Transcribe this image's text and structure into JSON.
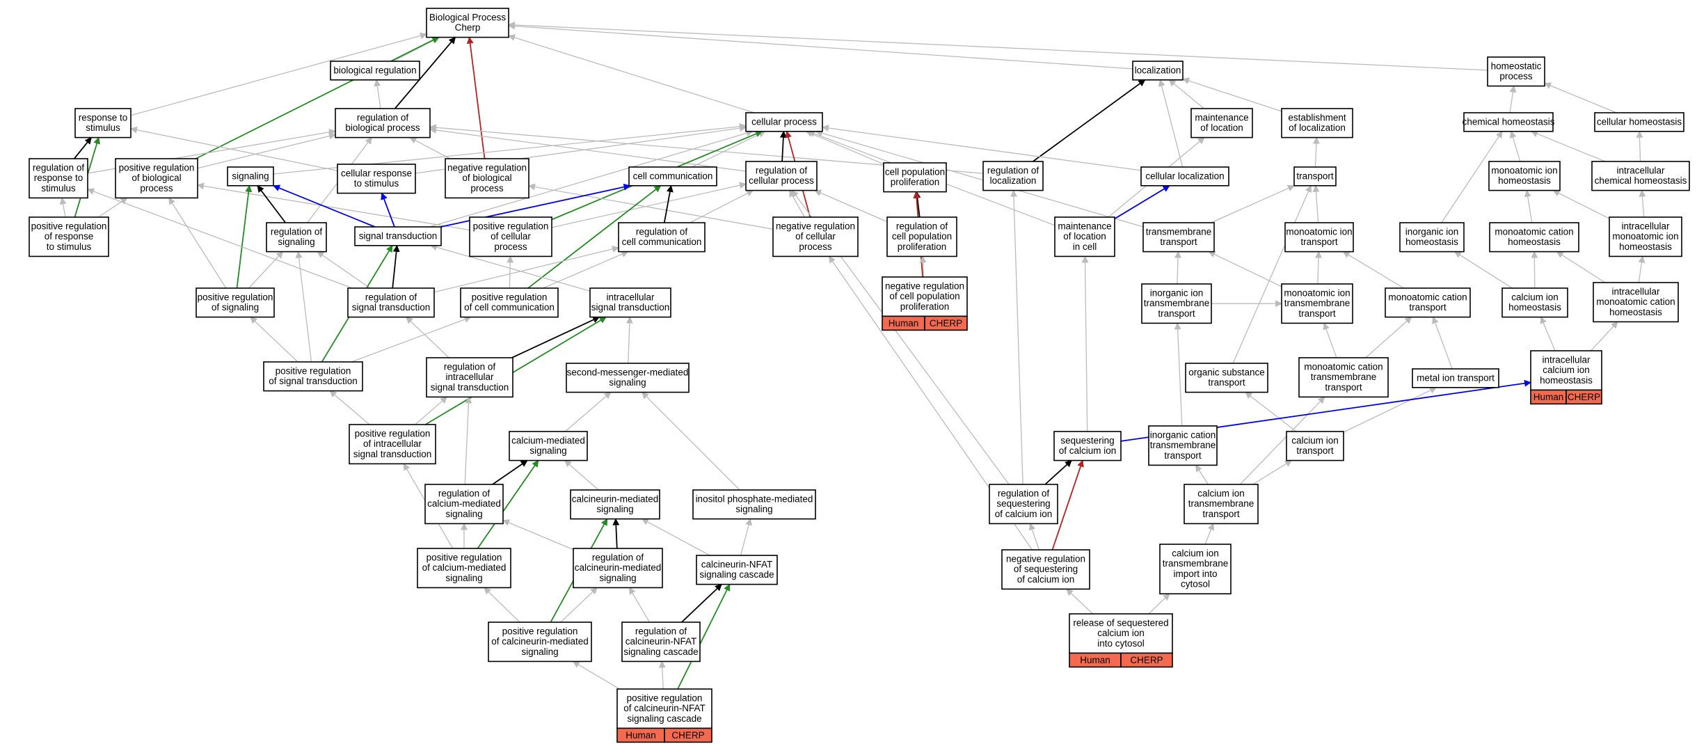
{
  "colors": {
    "is_a": "#BBBBBB",
    "part_of": "#000000",
    "positively_regulates": "#228B22",
    "negatively_regulates": "#B22222",
    "regulates": "#0000EE",
    "annotation_tag": "#F46A4E"
  },
  "nodes": [
    {
      "id": "bp",
      "lines": [
        "Biological Process",
        "Cherp"
      ]
    },
    {
      "id": "bioreg",
      "lines": [
        "biological regulation"
      ]
    },
    {
      "id": "loc",
      "lines": [
        "localization"
      ]
    },
    {
      "id": "homeo",
      "lines": [
        "homeostatic",
        "process"
      ]
    },
    {
      "id": "resp",
      "lines": [
        "response to",
        "stimulus"
      ]
    },
    {
      "id": "regbp",
      "lines": [
        "regulation of",
        "biological process"
      ]
    },
    {
      "id": "cellproc",
      "lines": [
        "cellular process"
      ]
    },
    {
      "id": "maintloc",
      "lines": [
        "maintenance",
        "of location"
      ]
    },
    {
      "id": "estloc",
      "lines": [
        "establishment",
        "of localization"
      ]
    },
    {
      "id": "chemhomeo",
      "lines": [
        "chemical homeostasis"
      ]
    },
    {
      "id": "cellhomeo",
      "lines": [
        "cellular homeostasis"
      ]
    },
    {
      "id": "regresp",
      "lines": [
        "regulation of",
        "response to",
        "stimulus"
      ]
    },
    {
      "id": "posregbp",
      "lines": [
        "positive regulation",
        "of biological",
        "process"
      ]
    },
    {
      "id": "signaling",
      "lines": [
        "signaling"
      ]
    },
    {
      "id": "cellresp",
      "lines": [
        "cellular response",
        "to stimulus"
      ]
    },
    {
      "id": "negregbp",
      "lines": [
        "negative regulation",
        "of biological",
        "process"
      ]
    },
    {
      "id": "cellcomm",
      "lines": [
        "cell communication"
      ]
    },
    {
      "id": "regcellproc",
      "lines": [
        "regulation of",
        "cellular process"
      ]
    },
    {
      "id": "cellpopprol",
      "lines": [
        "cell population",
        "proliferation"
      ]
    },
    {
      "id": "regloc",
      "lines": [
        "regulation of",
        "localization"
      ]
    },
    {
      "id": "cellloc",
      "lines": [
        "cellular localization"
      ]
    },
    {
      "id": "transport",
      "lines": [
        "transport"
      ]
    },
    {
      "id": "ionhomeo",
      "lines": [
        "monoatomic ion",
        "homeostasis"
      ]
    },
    {
      "id": "intrachemhomeo",
      "lines": [
        "intracellular",
        "chemical homeostasis"
      ]
    },
    {
      "id": "posregresp",
      "lines": [
        "positive regulation",
        "of response",
        "to stimulus"
      ]
    },
    {
      "id": "regsig",
      "lines": [
        "regulation of",
        "signaling"
      ]
    },
    {
      "id": "sigtrans",
      "lines": [
        "signal transduction"
      ]
    },
    {
      "id": "posregcellproc",
      "lines": [
        "positive regulation",
        "of cellular",
        "process"
      ]
    },
    {
      "id": "regcellcomm",
      "lines": [
        "regulation of",
        "cell communication"
      ]
    },
    {
      "id": "negregcellproc",
      "lines": [
        "negative regulation",
        "of cellular",
        "process"
      ]
    },
    {
      "id": "regcellpop",
      "lines": [
        "regulation of",
        "cell population",
        "proliferation"
      ]
    },
    {
      "id": "maintlocincell",
      "lines": [
        "maintenance",
        "of location",
        "in cell"
      ]
    },
    {
      "id": "tmtransport",
      "lines": [
        "transmembrane",
        "transport"
      ]
    },
    {
      "id": "iontransport",
      "lines": [
        "monoatomic ion",
        "transport"
      ]
    },
    {
      "id": "inorgionhomeo",
      "lines": [
        "inorganic ion",
        "homeostasis"
      ]
    },
    {
      "id": "cationhomeo",
      "lines": [
        "monoatomic cation",
        "homeostasis"
      ]
    },
    {
      "id": "intraionhomeo",
      "lines": [
        "intracellular",
        "monoatomic ion",
        "homeostasis"
      ]
    },
    {
      "id": "posregsig",
      "lines": [
        "positive regulation",
        "of signaling"
      ]
    },
    {
      "id": "regsigtrans",
      "lines": [
        "regulation of",
        "signal transduction"
      ]
    },
    {
      "id": "posregcellcomm",
      "lines": [
        "positive regulation",
        "of cell communication"
      ]
    },
    {
      "id": "intrasig",
      "lines": [
        "intracellular",
        "signal transduction"
      ]
    },
    {
      "id": "negregcellpop",
      "lines": [
        "negative regulation",
        "of cell population",
        "proliferation"
      ],
      "tags": [
        "Human",
        "CHERP"
      ]
    },
    {
      "id": "inorgiontmt",
      "lines": [
        "inorganic ion",
        "transmembrane",
        "transport"
      ]
    },
    {
      "id": "iontmt",
      "lines": [
        "monoatomic ion",
        "transmembrane",
        "transport"
      ]
    },
    {
      "id": "cationtransport",
      "lines": [
        "monoatomic cation",
        "transport"
      ]
    },
    {
      "id": "caionhomeo",
      "lines": [
        "calcium ion",
        "homeostasis"
      ]
    },
    {
      "id": "intracationhomeo",
      "lines": [
        "intracellular",
        "monoatomic cation",
        "homeostasis"
      ]
    },
    {
      "id": "posregsigtrans",
      "lines": [
        "positive regulation",
        "of signal transduction"
      ]
    },
    {
      "id": "regintrasig",
      "lines": [
        "regulation of",
        "intracellular",
        "signal transduction"
      ]
    },
    {
      "id": "secmsg",
      "lines": [
        "second-messenger-mediated",
        "signaling"
      ]
    },
    {
      "id": "orgsubtransport",
      "lines": [
        "organic substance",
        "transport"
      ]
    },
    {
      "id": "cationtmt",
      "lines": [
        "monoatomic cation",
        "transmembrane",
        "transport"
      ]
    },
    {
      "id": "metaliontransport",
      "lines": [
        "metal ion transport"
      ]
    },
    {
      "id": "intracahomeo",
      "lines": [
        "intracellular",
        "calcium ion",
        "homeostasis"
      ],
      "tags": [
        "Human",
        "CHERP"
      ]
    },
    {
      "id": "posregintrasig",
      "lines": [
        "positive regulation",
        "of intracellular",
        "signal transduction"
      ]
    },
    {
      "id": "casig",
      "lines": [
        "calcium-mediated",
        "signaling"
      ]
    },
    {
      "id": "seqca",
      "lines": [
        "sequestering",
        "of calcium ion"
      ]
    },
    {
      "id": "inorgcationtmt",
      "lines": [
        "inorganic cation",
        "transmembrane",
        "transport"
      ]
    },
    {
      "id": "caiontransport",
      "lines": [
        "calcium ion",
        "transport"
      ]
    },
    {
      "id": "regcasig",
      "lines": [
        "regulation of",
        "calcium-mediated",
        "signaling"
      ]
    },
    {
      "id": "calcineurinsig",
      "lines": [
        "calcineurin-mediated",
        "signaling"
      ]
    },
    {
      "id": "ip3sig",
      "lines": [
        "inositol phosphate-mediated",
        "signaling"
      ]
    },
    {
      "id": "regseqca",
      "lines": [
        "regulation of",
        "sequestering",
        "of calcium ion"
      ]
    },
    {
      "id": "caiontmt",
      "lines": [
        "calcium ion",
        "transmembrane",
        "transport"
      ]
    },
    {
      "id": "posregcasig",
      "lines": [
        "positive regulation",
        "of calcium-mediated",
        "signaling"
      ]
    },
    {
      "id": "regcalcineurinsig",
      "lines": [
        "regulation of",
        "calcineurin-mediated",
        "signaling"
      ]
    },
    {
      "id": "nfat",
      "lines": [
        "calcineurin-NFAT",
        "signaling cascade"
      ]
    },
    {
      "id": "negregseqca",
      "lines": [
        "negative regulation",
        "of sequestering",
        "of calcium ion"
      ]
    },
    {
      "id": "caimport",
      "lines": [
        "calcium ion",
        "transmembrane",
        "import into",
        "cytosol"
      ]
    },
    {
      "id": "posregcalcineurinsig",
      "lines": [
        "positive regulation",
        "of calcineurin-mediated",
        "signaling"
      ]
    },
    {
      "id": "regnfat",
      "lines": [
        "regulation of",
        "calcineurin-NFAT",
        "signaling cascade"
      ]
    },
    {
      "id": "releaseca",
      "lines": [
        "release of sequestered",
        "calcium ion",
        "into cytosol"
      ],
      "tags": [
        "Human",
        "CHERP"
      ]
    },
    {
      "id": "posregnfat",
      "lines": [
        "positive regulation",
        "of calcineurin-NFAT",
        "signaling cascade"
      ],
      "tags": [
        "Human",
        "CHERP"
      ]
    }
  ],
  "edges": [
    [
      "bioreg",
      "bp",
      "is_a"
    ],
    [
      "loc",
      "bp",
      "is_a"
    ],
    [
      "homeo",
      "bp",
      "is_a"
    ],
    [
      "resp",
      "bp",
      "is_a"
    ],
    [
      "cellproc",
      "bp",
      "is_a"
    ],
    [
      "regbp",
      "bp",
      "part_of"
    ],
    [
      "posregbp",
      "bp",
      "positively_regulates"
    ],
    [
      "negregbp",
      "bp",
      "negatively_regulates"
    ],
    [
      "regbp",
      "bioreg",
      "is_a"
    ],
    [
      "maintloc",
      "loc",
      "is_a"
    ],
    [
      "estloc",
      "loc",
      "is_a"
    ],
    [
      "cellloc",
      "loc",
      "is_a"
    ],
    [
      "regloc",
      "loc",
      "part_of"
    ],
    [
      "chemhomeo",
      "homeo",
      "is_a"
    ],
    [
      "cellhomeo",
      "homeo",
      "is_a"
    ],
    [
      "regresp",
      "resp",
      "part_of"
    ],
    [
      "posregresp",
      "resp",
      "positively_regulates"
    ],
    [
      "cellresp",
      "resp",
      "is_a"
    ],
    [
      "regresp",
      "regbp",
      "is_a"
    ],
    [
      "posregbp",
      "regbp",
      "is_a"
    ],
    [
      "negregbp",
      "regbp",
      "is_a"
    ],
    [
      "regsig",
      "regbp",
      "is_a"
    ],
    [
      "regcellproc",
      "regbp",
      "is_a"
    ],
    [
      "regloc",
      "regbp",
      "is_a"
    ],
    [
      "signaling",
      "cellproc",
      "is_a"
    ],
    [
      "cellresp",
      "cellproc",
      "is_a"
    ],
    [
      "cellcomm",
      "cellproc",
      "is_a"
    ],
    [
      "cellpopprol",
      "cellproc",
      "is_a"
    ],
    [
      "cellloc",
      "cellproc",
      "is_a"
    ],
    [
      "maintlocincell",
      "cellproc",
      "is_a"
    ],
    [
      "tmtransport",
      "cellproc",
      "is_a"
    ],
    [
      "sigtrans",
      "cellproc",
      "is_a"
    ],
    [
      "regcellproc",
      "cellproc",
      "part_of"
    ],
    [
      "posregcellproc",
      "cellproc",
      "positively_regulates"
    ],
    [
      "negregcellproc",
      "cellproc",
      "negatively_regulates"
    ],
    [
      "transport",
      "estloc",
      "is_a"
    ],
    [
      "ionhomeo",
      "chemhomeo",
      "is_a"
    ],
    [
      "intrachemhomeo",
      "chemhomeo",
      "is_a"
    ],
    [
      "inorgionhomeo",
      "chemhomeo",
      "is_a"
    ],
    [
      "intrachemhomeo",
      "cellhomeo",
      "is_a"
    ],
    [
      "posregresp",
      "regresp",
      "is_a"
    ],
    [
      "posregresp",
      "posregbp",
      "is_a"
    ],
    [
      "posregsig",
      "posregbp",
      "is_a"
    ],
    [
      "posregcellproc",
      "posregbp",
      "is_a"
    ],
    [
      "regsig",
      "signaling",
      "part_of"
    ],
    [
      "posregsig",
      "signaling",
      "positively_regulates"
    ],
    [
      "sigtrans",
      "signaling",
      "regulates"
    ],
    [
      "sigtrans",
      "cellresp",
      "regulates"
    ],
    [
      "posregcellproc",
      "regcellproc",
      "is_a"
    ],
    [
      "negregcellproc",
      "regcellproc",
      "is_a"
    ],
    [
      "regcellcomm",
      "regcellproc",
      "is_a"
    ],
    [
      "regcellpop",
      "regcellproc",
      "is_a"
    ],
    [
      "negregcellproc",
      "negregbp",
      "is_a"
    ],
    [
      "regcellcomm",
      "cellcomm",
      "part_of"
    ],
    [
      "posregcellcomm",
      "cellcomm",
      "positively_regulates"
    ],
    [
      "sigtrans",
      "cellcomm",
      "regulates"
    ],
    [
      "regcellpop",
      "cellpopprol",
      "part_of"
    ],
    [
      "negregcellpop",
      "cellpopprol",
      "negatively_regulates"
    ],
    [
      "maintlocincell",
      "maintloc",
      "is_a"
    ],
    [
      "maintlocincell",
      "cellloc",
      "regulates"
    ],
    [
      "regseqca",
      "regloc",
      "is_a"
    ],
    [
      "tmtransport",
      "transport",
      "is_a"
    ],
    [
      "iontransport",
      "transport",
      "is_a"
    ],
    [
      "orgsubtransport",
      "transport",
      "is_a"
    ],
    [
      "cationhomeo",
      "ionhomeo",
      "is_a"
    ],
    [
      "intraionhomeo",
      "ionhomeo",
      "is_a"
    ],
    [
      "intraionhomeo",
      "intrachemhomeo",
      "is_a"
    ],
    [
      "regsigtrans",
      "regsig",
      "is_a"
    ],
    [
      "posregsigtrans",
      "regsig",
      "is_a"
    ],
    [
      "posregsig",
      "regsig",
      "is_a"
    ],
    [
      "regsigtrans",
      "regresp",
      "is_a"
    ],
    [
      "regsigtrans",
      "sigtrans",
      "part_of"
    ],
    [
      "posregsigtrans",
      "sigtrans",
      "positively_regulates"
    ],
    [
      "intrasig",
      "sigtrans",
      "is_a"
    ],
    [
      "posregcellcomm",
      "regcellcomm",
      "is_a"
    ],
    [
      "posregsigtrans",
      "posregcellcomm",
      "is_a"
    ],
    [
      "posregcellcomm",
      "posregcellproc",
      "is_a"
    ],
    [
      "regsigtrans",
      "regcellcomm",
      "is_a"
    ],
    [
      "negregcellpop",
      "regcellpop",
      "is_a"
    ],
    [
      "seqca",
      "maintlocincell",
      "is_a"
    ],
    [
      "inorgiontmt",
      "tmtransport",
      "is_a"
    ],
    [
      "iontmt",
      "tmtransport",
      "is_a"
    ],
    [
      "iontmt",
      "iontransport",
      "is_a"
    ],
    [
      "cationtransport",
      "iontransport",
      "is_a"
    ],
    [
      "caionhomeo",
      "inorgionhomeo",
      "is_a"
    ],
    [
      "caionhomeo",
      "cationhomeo",
      "is_a"
    ],
    [
      "intracationhomeo",
      "cationhomeo",
      "is_a"
    ],
    [
      "intracationhomeo",
      "intraionhomeo",
      "is_a"
    ],
    [
      "posregsigtrans",
      "posregsig",
      "is_a"
    ],
    [
      "regintrasig",
      "regsigtrans",
      "is_a"
    ],
    [
      "posregintrasig",
      "posregsigtrans",
      "is_a"
    ],
    [
      "regintrasig",
      "intrasig",
      "part_of"
    ],
    [
      "posregintrasig",
      "intrasig",
      "positively_regulates"
    ],
    [
      "secmsg",
      "intrasig",
      "is_a"
    ],
    [
      "inorgiontmt",
      "iontmt",
      "is_a"
    ],
    [
      "cationtmt",
      "iontmt",
      "is_a"
    ],
    [
      "cationtmt",
      "cationtransport",
      "is_a"
    ],
    [
      "metaliontransport",
      "cationtransport",
      "is_a"
    ],
    [
      "intracahomeo",
      "caionhomeo",
      "is_a"
    ],
    [
      "intracahomeo",
      "intracationhomeo",
      "is_a"
    ],
    [
      "posregintrasig",
      "regintrasig",
      "is_a"
    ],
    [
      "casig",
      "secmsg",
      "is_a"
    ],
    [
      "ip3sig",
      "secmsg",
      "is_a"
    ],
    [
      "caiontransport",
      "orgsubtransport",
      "is_a"
    ],
    [
      "caiontransport",
      "metaliontransport",
      "is_a"
    ],
    [
      "inorgcationtmt",
      "inorgiontmt",
      "is_a"
    ],
    [
      "caiontmt",
      "cationtmt",
      "is_a"
    ],
    [
      "seqca",
      "intracahomeo",
      "regulates"
    ],
    [
      "regcasig",
      "casig",
      "part_of"
    ],
    [
      "posregcasig",
      "casig",
      "positively_regulates"
    ],
    [
      "calcineurinsig",
      "casig",
      "is_a"
    ],
    [
      "regcasig",
      "regintrasig",
      "is_a"
    ],
    [
      "posregcasig",
      "posregintrasig",
      "is_a"
    ],
    [
      "regseqca",
      "seqca",
      "part_of"
    ],
    [
      "negregseqca",
      "seqca",
      "negatively_regulates"
    ],
    [
      "regseqca",
      "regcellproc",
      "is_a"
    ],
    [
      "negregseqca",
      "negregcellproc",
      "is_a"
    ],
    [
      "negregseqca",
      "regseqca",
      "is_a"
    ],
    [
      "caiontmt",
      "inorgcationtmt",
      "is_a"
    ],
    [
      "caiontmt",
      "caiontransport",
      "is_a"
    ],
    [
      "posregcasig",
      "regcasig",
      "is_a"
    ],
    [
      "regcalcineurinsig",
      "regcasig",
      "is_a"
    ],
    [
      "regcalcineurinsig",
      "calcineurinsig",
      "part_of"
    ],
    [
      "posregcalcineurinsig",
      "calcineurinsig",
      "positively_regulates"
    ],
    [
      "nfat",
      "calcineurinsig",
      "is_a"
    ],
    [
      "nfat",
      "ip3sig",
      "is_a"
    ],
    [
      "caimport",
      "caiontmt",
      "is_a"
    ],
    [
      "posregcalcineurinsig",
      "regcalcineurinsig",
      "is_a"
    ],
    [
      "posregcalcineurinsig",
      "posregcasig",
      "is_a"
    ],
    [
      "regnfat",
      "regcalcineurinsig",
      "is_a"
    ],
    [
      "regnfat",
      "nfat",
      "part_of"
    ],
    [
      "posregnfat",
      "nfat",
      "positively_regulates"
    ],
    [
      "releaseca",
      "negregseqca",
      "is_a"
    ],
    [
      "releaseca",
      "caimport",
      "is_a"
    ],
    [
      "posregnfat",
      "regnfat",
      "is_a"
    ],
    [
      "posregnfat",
      "posregcalcineurinsig",
      "is_a"
    ]
  ]
}
